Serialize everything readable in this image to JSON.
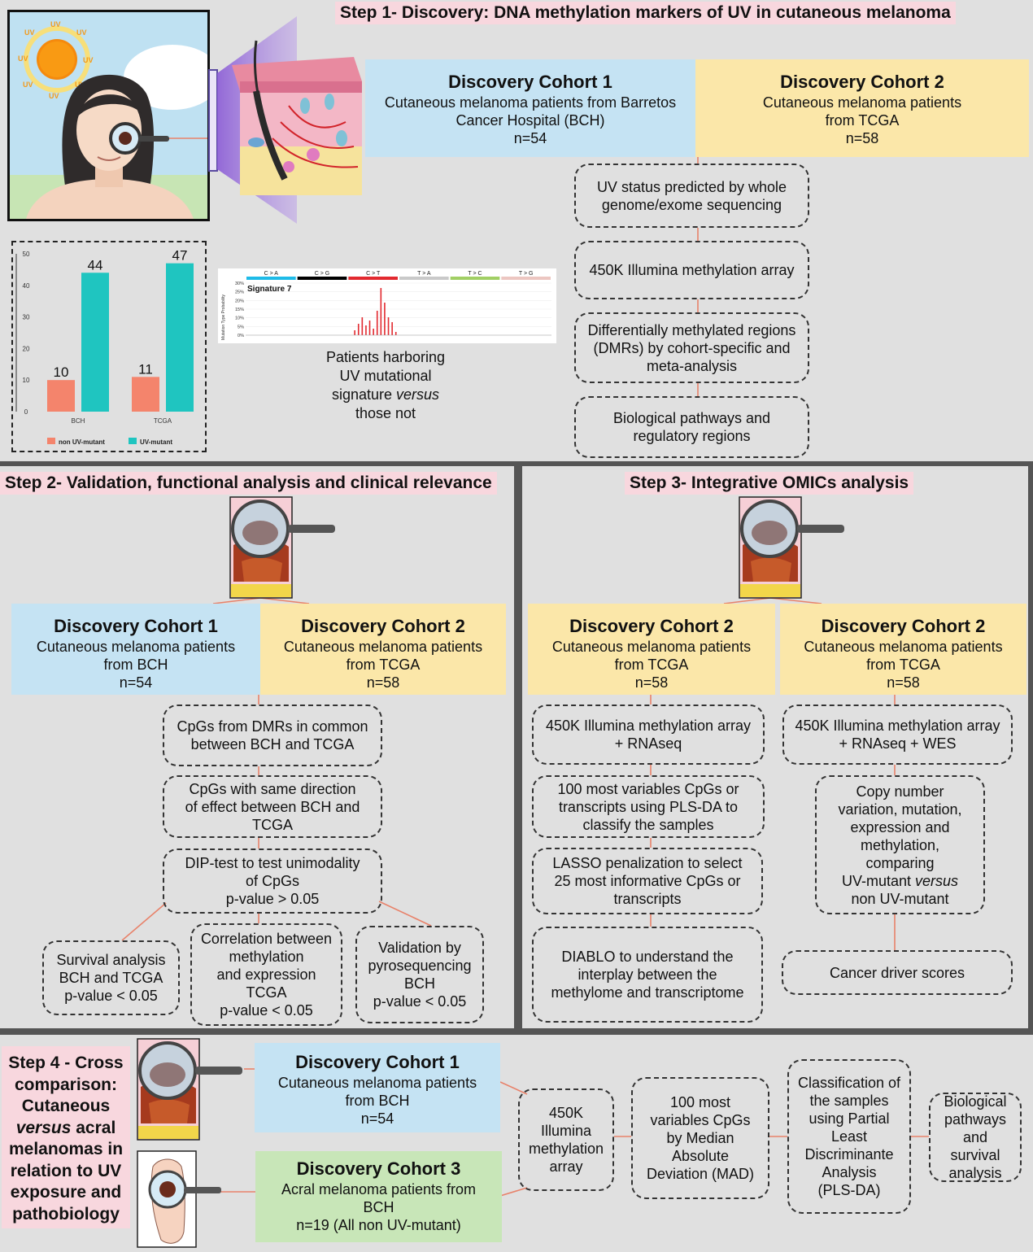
{
  "step1": {
    "title": "Step 1- Discovery: DNA methylation markers of UV in cutaneous melanoma",
    "cohort1": {
      "title": "Discovery Cohort 1",
      "line1": "Cutaneous melanoma patients from Barretos",
      "line2": "Cancer Hospital (BCH)",
      "n": "n=54"
    },
    "cohort2": {
      "title": "Discovery Cohort 2",
      "line1": "Cutaneous melanoma patients",
      "line2": "from TCGA",
      "n": "n=58"
    },
    "boxes": [
      {
        "l1": "UV status predicted by whole",
        "l2": "genome/exome sequencing"
      },
      {
        "l1": "450K Illumina methylation array"
      },
      {
        "l1": "Differentially methylated regions",
        "l2": "(DMRs) by cohort-specific and",
        "l3": "meta-analysis"
      },
      {
        "l1": "Biological pathways and",
        "l2": "regulatory regions"
      }
    ],
    "signature_caption": {
      "l1": "Patients harboring",
      "l2": "UV mutational",
      "l3a": "signature ",
      "l3b": "versus",
      "l4": "those not"
    },
    "sun_text": [
      "UV",
      "UV",
      "UV",
      "UV",
      "UV",
      "UV",
      "UV",
      "UV"
    ],
    "signature_plot": {
      "title": "Signature 7",
      "ylabel": "Mutation Type Probability",
      "yticks": [
        "30%",
        "25%",
        "20%",
        "15%",
        "10%",
        "5%",
        "0%"
      ],
      "mutation_types": [
        {
          "label": "C > A",
          "color": "#1ebbe8"
        },
        {
          "label": "C > G",
          "color": "#000000"
        },
        {
          "label": "C > T",
          "color": "#e2292f"
        },
        {
          "label": "T > A",
          "color": "#c9c9c9"
        },
        {
          "label": "T > C",
          "color": "#a1cf64"
        },
        {
          "label": "T > G",
          "color": "#ecc6c1"
        }
      ]
    }
  },
  "chart_data": {
    "type": "bar",
    "categories": [
      "BCH",
      "TCGA"
    ],
    "series": [
      {
        "name": "non UV-mutant",
        "values": [
          10,
          11
        ],
        "color": "#f4846c"
      },
      {
        "name": "UV-mutant",
        "values": [
          44,
          47
        ],
        "color": "#1fc5c0"
      }
    ],
    "ylim": [
      0,
      50
    ],
    "yticks": [
      "0",
      "10",
      "20",
      "30",
      "40",
      "50"
    ],
    "legend": "bottom"
  },
  "step2": {
    "title": "Step 2- Validation, functional analysis and clinical relevance",
    "cohort1": {
      "title": "Discovery Cohort 1",
      "line1": "Cutaneous melanoma patients",
      "line2": "from BCH",
      "n": "n=54"
    },
    "cohort2": {
      "title": "Discovery Cohort 2",
      "line1": "Cutaneous melanoma patients",
      "line2": "from TCGA",
      "n": "n=58"
    },
    "boxes": [
      {
        "l1": "CpGs from DMRs in common",
        "l2": "between BCH and TCGA"
      },
      {
        "l1": "CpGs with same direction",
        "l2": "of effect between BCH and",
        "l3": "TCGA"
      },
      {
        "l1": "DIP-test to test unimodality",
        "l2": "of CpGs",
        "l3": "p-value > 0.05"
      }
    ],
    "leaves": [
      {
        "l1": "Survival analysis",
        "l2": "BCH and TCGA",
        "l3": "p-value < 0.05"
      },
      {
        "l1": "Correlation between",
        "l2": "methylation",
        "l3": "and expression",
        "l4": "TCGA",
        "l5": "p-value < 0.05"
      },
      {
        "l1": "Validation by",
        "l2": "pyrosequencing",
        "l3": "BCH",
        "l4": "p-value < 0.05"
      }
    ]
  },
  "step3": {
    "title": "Step 3- Integrative OMICs analysis",
    "cohortA": {
      "title": "Discovery Cohort 2",
      "line1": "Cutaneous melanoma patients",
      "line2": "from TCGA",
      "n": "n=58"
    },
    "cohortB": {
      "title": "Discovery Cohort 2",
      "line1": "Cutaneous melanoma patients",
      "line2": "from TCGA",
      "n": "n=58"
    },
    "left_boxes": [
      {
        "l1": "450K Illumina methylation array",
        "l2": "+ RNAseq"
      },
      {
        "l1": "100 most variables CpGs or",
        "l2": "transcripts using PLS-DA to",
        "l3": "classify the samples"
      },
      {
        "l1": "LASSO penalization to select",
        "l2": "25 most informative CpGs or",
        "l3": "transcripts"
      },
      {
        "l1": "DIABLO to understand the",
        "l2": "interplay between the",
        "l3": "methylome and transcriptome"
      }
    ],
    "right_boxes": [
      {
        "l1": "450K Illumina methylation array",
        "l2": "+ RNAseq + WES"
      },
      {
        "l1": "Copy number",
        "l2": "variation, mutation,",
        "l3": "expression and",
        "l4": "methylation,",
        "l5": "comparing",
        "l6a": "UV-mutant ",
        "l6b": "versus",
        "l7": "non UV-mutant"
      },
      {
        "l1": "Cancer driver scores"
      }
    ]
  },
  "step4": {
    "title": {
      "l1": "Step 4 - Cross",
      "l2": "comparison:",
      "l3": "Cutaneous",
      "l4a": "versus",
      "l4b": " acral",
      "l5": "melanomas in",
      "l6": "relation to UV",
      "l7": "exposure and",
      "l8": "pathobiology"
    },
    "cohort1": {
      "title": "Discovery Cohort 1",
      "line1": "Cutaneous melanoma patients",
      "line2": "from BCH",
      "n": "n=54"
    },
    "cohort3": {
      "title": "Discovery Cohort 3",
      "line1": "Acral melanoma patients from",
      "line2": "BCH",
      "n": "n=19 (All non UV-mutant)"
    },
    "flow": [
      {
        "l1": "450K",
        "l2": "Illumina",
        "l3": "methylation",
        "l4": "array"
      },
      {
        "l1": "100 most",
        "l2": "variables CpGs",
        "l3": "by Median",
        "l4": "Absolute",
        "l5": "Deviation (MAD)"
      },
      {
        "l1": "Classification of",
        "l2": "the samples",
        "l3": "using Partial",
        "l4": "Least",
        "l5": "Discriminante",
        "l6": "Analysis",
        "l7": "(PLS-DA)"
      },
      {
        "l1": "Biological",
        "l2": "pathways",
        "l3": "and survival",
        "l4": "analysis"
      }
    ]
  }
}
